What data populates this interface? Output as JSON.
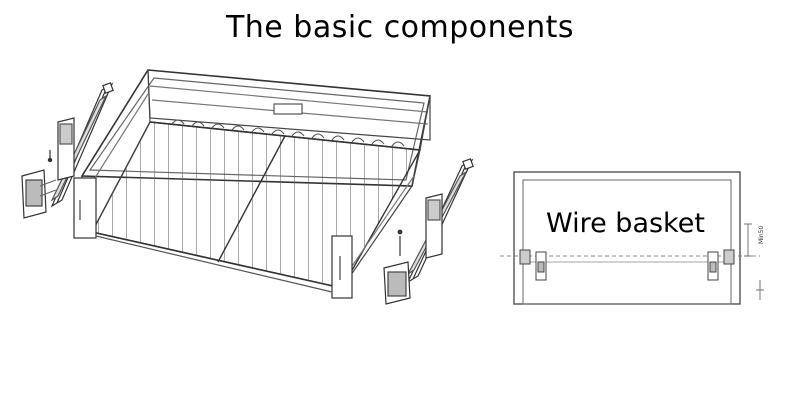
{
  "header": {
    "title": "The basic components"
  },
  "front_view": {
    "label": "Wire basket",
    "dimension_text": "Min50"
  }
}
